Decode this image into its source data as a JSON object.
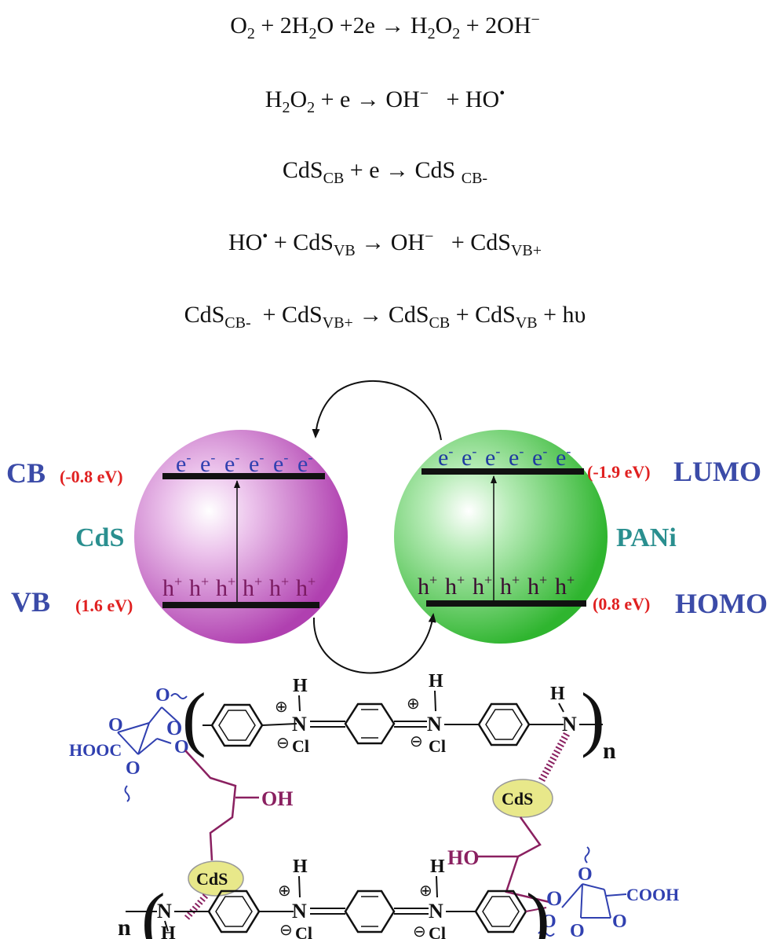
{
  "equations": [
    {
      "parts": [
        [
          "O",
          ""
        ],
        [
          "2",
          "sub"
        ],
        [
          " + 2H",
          ""
        ],
        [
          "2",
          "sub"
        ],
        [
          "O +2e → H",
          ""
        ],
        [
          "2",
          "sub"
        ],
        [
          "O",
          ""
        ],
        [
          "2",
          "sub"
        ],
        [
          " + 2OH",
          ""
        ],
        [
          "−",
          "sup"
        ]
      ]
    },
    {
      "parts": [
        [
          "H",
          ""
        ],
        [
          "2",
          "sub"
        ],
        [
          "O",
          ""
        ],
        [
          "2",
          "sub"
        ],
        [
          " + e → OH",
          ""
        ],
        [
          "−",
          "sup"
        ],
        [
          "   + HO",
          ""
        ],
        [
          "•",
          "sup"
        ]
      ]
    },
    {
      "parts": [
        [
          "CdS",
          ""
        ],
        [
          "CB",
          "sub"
        ],
        [
          " + e → CdS ",
          ""
        ],
        [
          "CB-",
          "sub"
        ]
      ]
    },
    {
      "parts": [
        [
          "HO",
          ""
        ],
        [
          "•",
          "sup"
        ],
        [
          " + CdS",
          ""
        ],
        [
          "VB",
          "sub"
        ],
        [
          " → OH",
          ""
        ],
        [
          "−",
          "sup"
        ],
        [
          "   + CdS",
          ""
        ],
        [
          "VB+",
          "sub"
        ]
      ]
    },
    {
      "parts": [
        [
          "CdS",
          ""
        ],
        [
          "CB-",
          "sub"
        ],
        [
          "  + CdS",
          ""
        ],
        [
          "VB+",
          "sub"
        ],
        [
          " → CdS",
          ""
        ],
        [
          "CB",
          "sub"
        ],
        [
          " + CdS",
          ""
        ],
        [
          "VB",
          "sub"
        ],
        [
          " + hυ",
          ""
        ]
      ]
    }
  ],
  "left_particle": {
    "band_top": "CB",
    "band_top_energy": "(-0.8 eV)",
    "name": "CdS",
    "band_bottom": "VB",
    "band_bottom_energy": "(1.6 eV)",
    "electrons": [
      "e",
      "e",
      "e",
      "e",
      "e",
      "e"
    ],
    "holes": [
      "h",
      "h",
      "h",
      "h",
      "h",
      "h"
    ],
    "color": "#c060c0"
  },
  "right_particle": {
    "band_top": "LUMO",
    "band_top_energy": "(-1.9 eV)",
    "name": "PANi",
    "band_bottom": "HOMO",
    "band_bottom_energy": "(0.8 eV)",
    "electrons": [
      "e",
      "e",
      "e",
      "e",
      "e",
      "e"
    ],
    "holes": [
      "h",
      "h",
      "h",
      "h",
      "h",
      "h"
    ],
    "color": "#3fc23f"
  },
  "charge_signs": {
    "electron": "-",
    "hole": "+"
  },
  "colors": {
    "band_label": "#3b4ba8",
    "energy": "#e02020",
    "material": "#2a8f8f",
    "sugar": "#3040b0",
    "linker": "#8a2060",
    "cds_bead": "#e8e88a"
  },
  "structure": {
    "H": "H",
    "Cl": "Cl",
    "N": "N",
    "O": "O",
    "n": "n",
    "OH": "OH",
    "HO": "HO",
    "HOOC": "HOOC",
    "COOH": "COOH",
    "CdS": "CdS",
    "plus": "⊕",
    "minus": "⊖"
  }
}
